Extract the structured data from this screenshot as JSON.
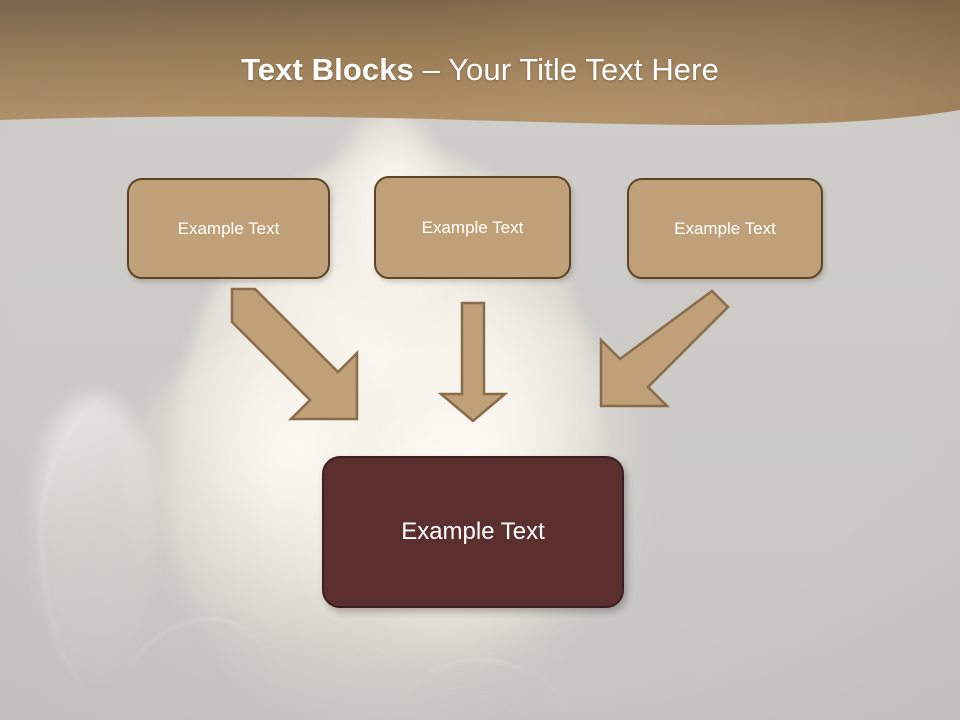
{
  "slide": {
    "title": {
      "bold_part": "Text Blocks",
      "separator": " – ",
      "normal_part": "Your Title Text Here",
      "full": "Text Blocks – Your Title Text Here"
    },
    "background": {
      "kind": "photograph",
      "description": "faint pale human torso and shoulder silhouette on light grey",
      "base_color": "#cbcac6"
    }
  },
  "theme": {
    "header_gradient_top": "#7a6448",
    "header_gradient_bottom": "#ac8b63",
    "header_text_color": "#ffffff",
    "top_box_fill": "#c0a078",
    "top_box_border": "#5d4427",
    "bottom_box_fill": "#5c2f2f",
    "bottom_box_border": "#3b1e1e",
    "arrow_fill": "#c0a078",
    "arrow_border": "#8a6b4a",
    "box_text_color": "#ffffff"
  },
  "diagram": {
    "type": "convergence",
    "top_boxes": [
      {
        "id": "box1",
        "label": "Example Text"
      },
      {
        "id": "box2",
        "label": "Example Text"
      },
      {
        "id": "box3",
        "label": "Example Text"
      }
    ],
    "bottom_box": {
      "id": "box4",
      "label": "Example Text"
    },
    "arrows": [
      {
        "id": "arrow-left",
        "from": "box1",
        "to": "box4",
        "direction": "down-right"
      },
      {
        "id": "arrow-middle",
        "from": "box2",
        "to": "box4",
        "direction": "down"
      },
      {
        "id": "arrow-right",
        "from": "box3",
        "to": "box4",
        "direction": "down-left"
      }
    ]
  }
}
